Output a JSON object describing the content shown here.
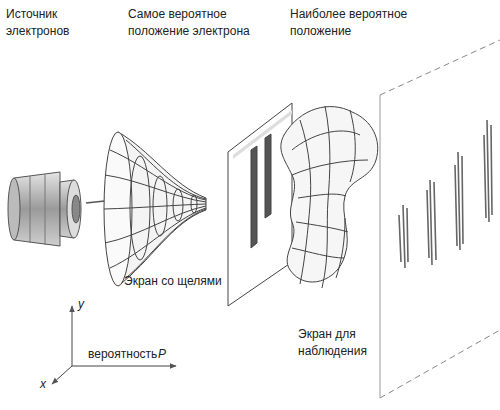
{
  "diagram": {
    "labels": [
      "Источник электронов",
      "Самое вероятное положение электрона",
      "Наиболее вероятное положение",
      "Экран со щелями",
      "Экран для наблюдения",
      "y",
      "вероятность",
      "P",
      "x"
    ]
  }
}
